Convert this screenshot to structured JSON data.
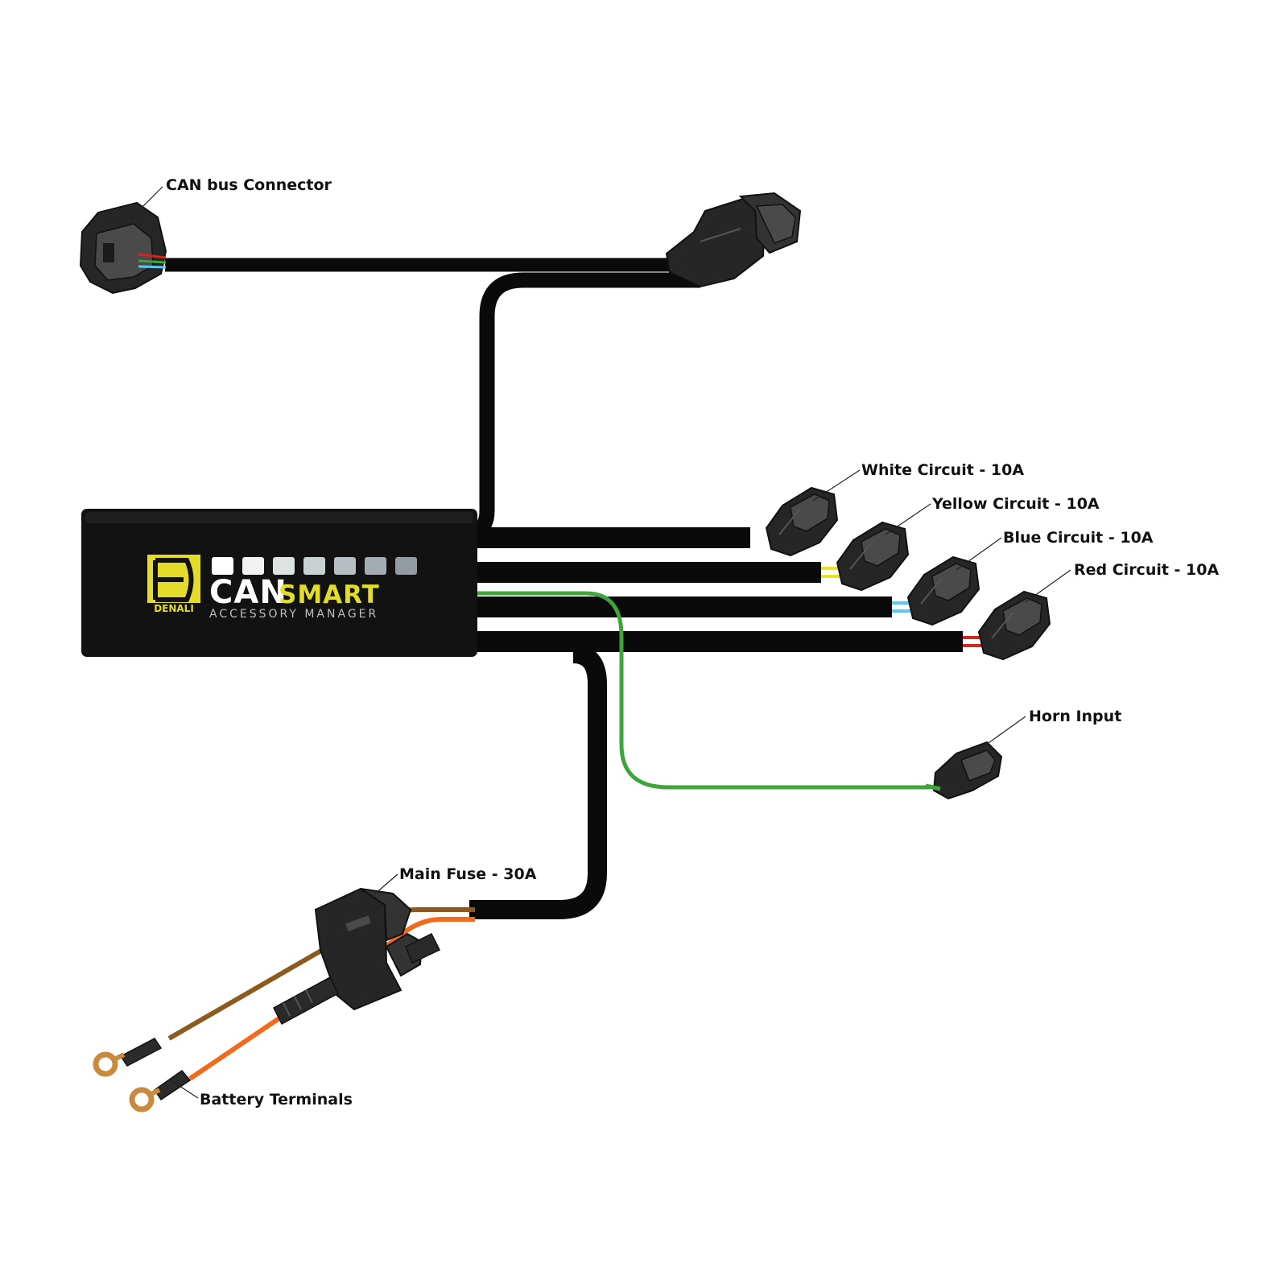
{
  "diagram": {
    "brand": {
      "logo_text": "DENALI",
      "name_part1": "CAN",
      "name_part2": "SMART",
      "subtitle": "ACCESSORY MANAGER",
      "accent_color": "#e3dc2a",
      "led_colors": [
        "#ffffff",
        "#f0f2f2",
        "#dde2e2",
        "#c9d0d2",
        "#b6bec1",
        "#a3adb1",
        "#929ca1"
      ]
    },
    "labels": {
      "can_bus": "CAN bus Connector",
      "white": "White Circuit - 10A",
      "yellow": "Yellow Circuit - 10A",
      "blue": "Blue Circuit - 10A",
      "red": "Red Circuit - 10A",
      "horn": "Horn Input",
      "fuse": "Main Fuse - 30A",
      "battery": "Battery Terminals"
    },
    "wire_colors": {
      "white": "#ffffff",
      "yellow": "#e8e51e",
      "blue": "#5ac8f0",
      "red": "#d8231f",
      "green": "#3fa43a",
      "brown": "#8a5a1e",
      "orange": "#f26a1b",
      "copper": "#c98a3e"
    }
  }
}
